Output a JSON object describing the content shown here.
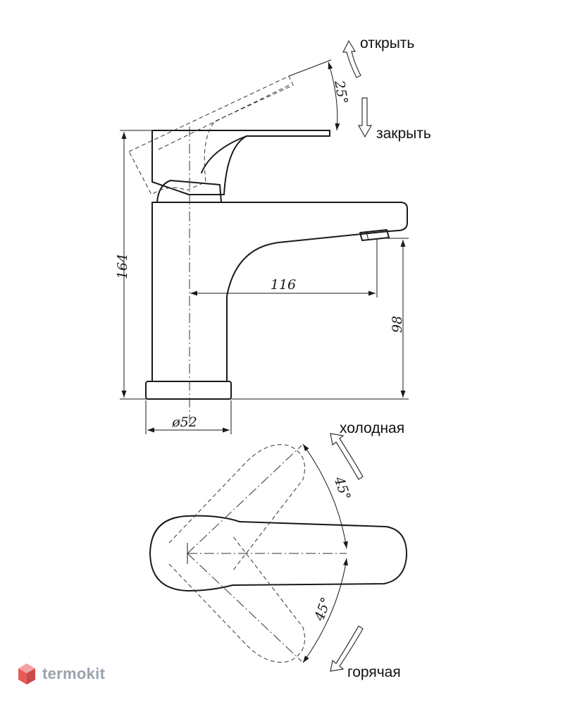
{
  "directions": {
    "open": "открыть",
    "close": "закрыть",
    "cold": "холодная",
    "hot": "горячая"
  },
  "dimensions": {
    "height_total": "164",
    "spout_reach": "116",
    "spout_height": "98",
    "base_diameter": "ø52",
    "lever_tilt_angle": "25°",
    "rotate_cold_angle": "45°",
    "rotate_hot_angle": "45°"
  },
  "brand": {
    "name": "termokit",
    "color": "#9aa3ad",
    "accent": "#e85a5a"
  }
}
